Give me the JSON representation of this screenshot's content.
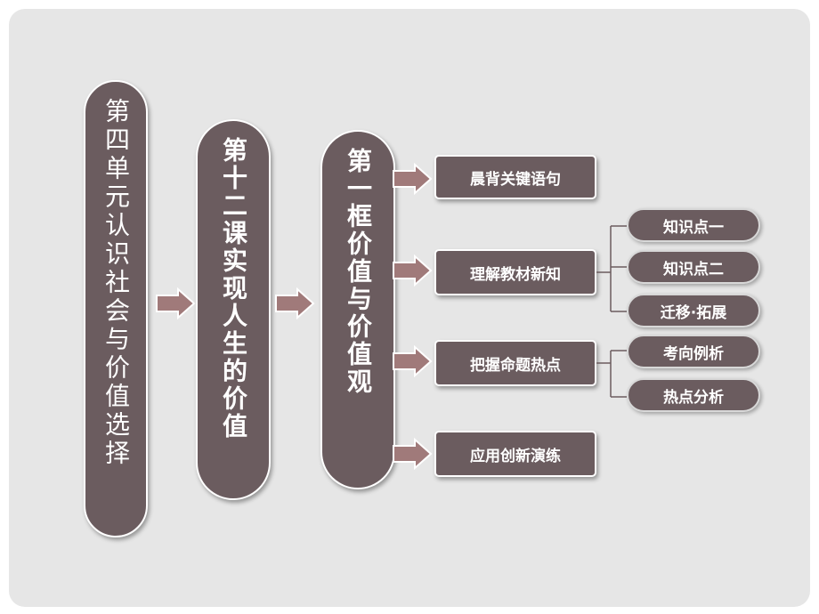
{
  "unit": "第四单元认识社会与价值选择",
  "lesson": "第十二课实现人生的价值",
  "frame": "第一框价值与价值观",
  "sections": [
    {
      "label": "晨背关键语句"
    },
    {
      "label": "理解教材新知"
    },
    {
      "label": "把握命题热点"
    },
    {
      "label": "应用创新演练"
    }
  ],
  "subitems_understand": [
    "知识点一",
    "知识点二",
    "迁移·拓展"
  ],
  "subitems_hotspots": [
    "考向例析",
    "热点分析"
  ],
  "colors": {
    "node": "#6b5c5f",
    "arrow": "#a07a7a",
    "background": "#e6e6e6"
  }
}
